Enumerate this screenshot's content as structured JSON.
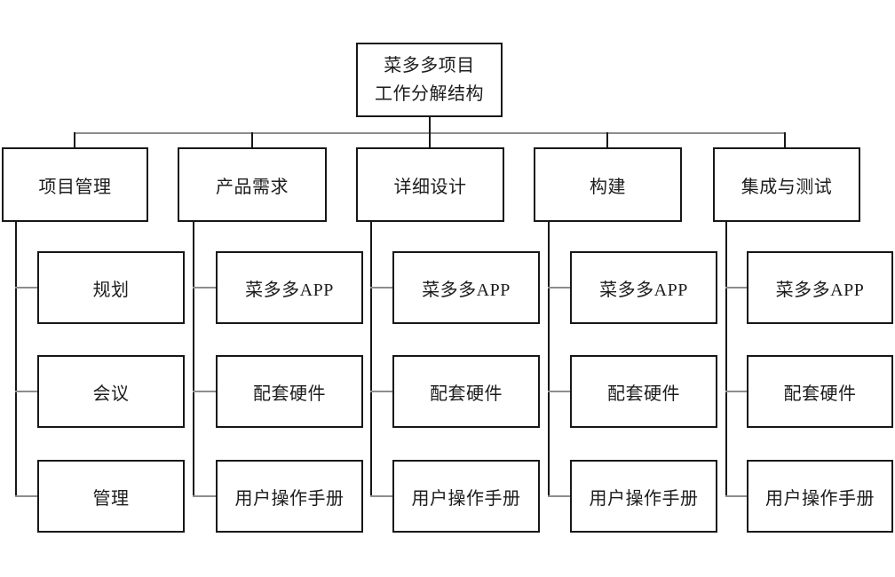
{
  "diagram": {
    "type": "work-breakdown-structure-orgchart",
    "root": {
      "line1": "菜多多项目",
      "line2": "工作分解结构"
    },
    "branches": [
      {
        "label": "项目管理",
        "children": [
          "规划",
          "会议",
          "管理"
        ]
      },
      {
        "label": "产品需求",
        "children": [
          "菜多多APP",
          "配套硬件",
          "用户操作手册"
        ]
      },
      {
        "label": "详细设计",
        "children": [
          "菜多多APP",
          "配套硬件",
          "用户操作手册"
        ]
      },
      {
        "label": "构建",
        "children": [
          "菜多多APP",
          "配套硬件",
          "用户操作手册"
        ]
      },
      {
        "label": "集成与测试",
        "children": [
          "菜多多APP",
          "配套硬件",
          "用户操作手册"
        ]
      }
    ],
    "colors": {
      "background": "#ffffff",
      "box_border": "#171717",
      "text": "#1c1c1c",
      "connector_horizontal": "#8d8d8d",
      "connector_vertical": "#171717"
    }
  }
}
